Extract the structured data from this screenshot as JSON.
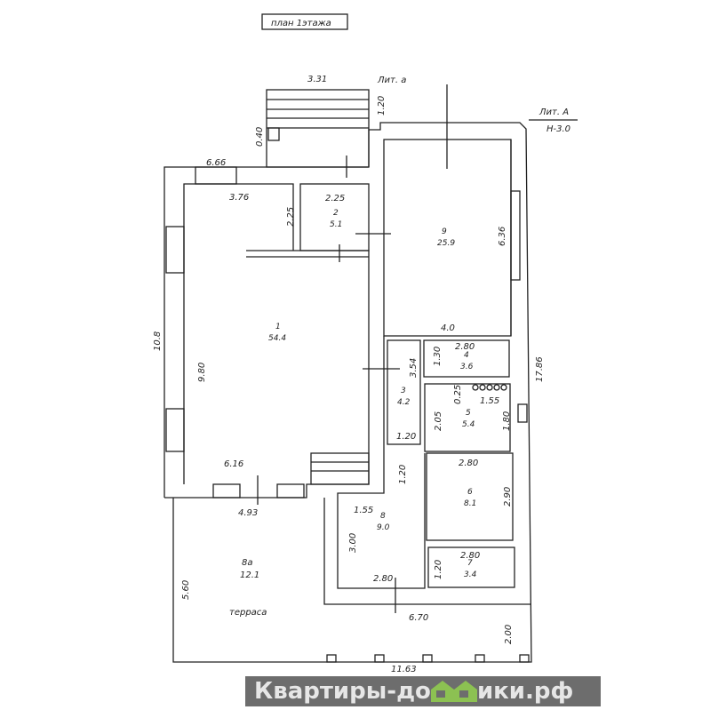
{
  "title": "план 1этажа",
  "lit_a_small": "Лит. а",
  "lit_A": "Лит. А",
  "height_label": "Н-3.0",
  "dimensions": {
    "porch_width": "3.31",
    "porch_depth": "1.20",
    "porch_offset": "0.40",
    "top_left": "6.66",
    "room1_top": "3.76",
    "room1_side": "2.25",
    "room2_w": "2.25",
    "room9_h": "6.36",
    "room9_w": "4.0",
    "left_total": "10.8",
    "room1_h": "9.80",
    "room1_bottom": "6.16",
    "bottom_left": "4.93",
    "right_total": "17.86",
    "room3_h": "3.54",
    "room4_w": "2.80",
    "room4_h": "1.30",
    "room5_d": "0.25",
    "room5_w": "1.55",
    "room5_h": "2.05",
    "room5_h2": "1.80",
    "corridor_w": "1.20",
    "corridor_h": "1.20",
    "room6_w": "2.80",
    "room6_h": "2.90",
    "room8_w": "1.55",
    "room8_h": "3.00",
    "room8_bottom": "2.80",
    "room7_w": "2.80",
    "room7_h": "1.20",
    "terrace_h": "5.60",
    "terrace_w": "6.70",
    "terrace_right": "2.00",
    "total_bottom": "11.63"
  },
  "rooms": [
    {
      "num": "1",
      "area": "54.4"
    },
    {
      "num": "2",
      "area": "5.1"
    },
    {
      "num": "9",
      "area": "25.9"
    },
    {
      "num": "3",
      "area": "4.2"
    },
    {
      "num": "4",
      "area": "3.6"
    },
    {
      "num": "5",
      "area": "5.4"
    },
    {
      "num": "6",
      "area": "8.1"
    },
    {
      "num": "8",
      "area": "9.0"
    },
    {
      "num": "7",
      "area": "3.4"
    },
    {
      "num": "8а",
      "area": "12.1"
    }
  ],
  "terrace_label": "терраса",
  "watermark": {
    "before": "Квартиры-до",
    "after": "ики.рф",
    "house_color": "#8cc152"
  }
}
